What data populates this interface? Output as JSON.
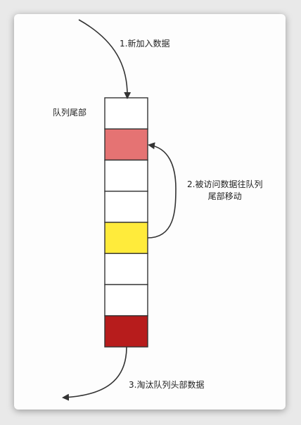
{
  "labels": {
    "queue_tail": "队列尾部",
    "step1": "1.新加入数据",
    "step2_line1": "2.被访问数据往队列",
    "step2_line2": "尾部移动",
    "step3": "3.淘汰队列头部数据"
  },
  "queue_cells": [
    {
      "role": "empty",
      "color": "#ffffff"
    },
    {
      "role": "accessed-new-position",
      "color": "#e57373"
    },
    {
      "role": "empty",
      "color": "#ffffff"
    },
    {
      "role": "empty",
      "color": "#ffffff"
    },
    {
      "role": "accessed-original",
      "color": "#ffeb3b"
    },
    {
      "role": "empty",
      "color": "#ffffff"
    },
    {
      "role": "empty",
      "color": "#ffffff"
    },
    {
      "role": "head-evicted",
      "color": "#b71c1c"
    }
  ],
  "colors": {
    "border": "#333333",
    "arrow": "#333333",
    "card_bg": "#fdfdfd",
    "page_bg": "#e9e9e9"
  }
}
